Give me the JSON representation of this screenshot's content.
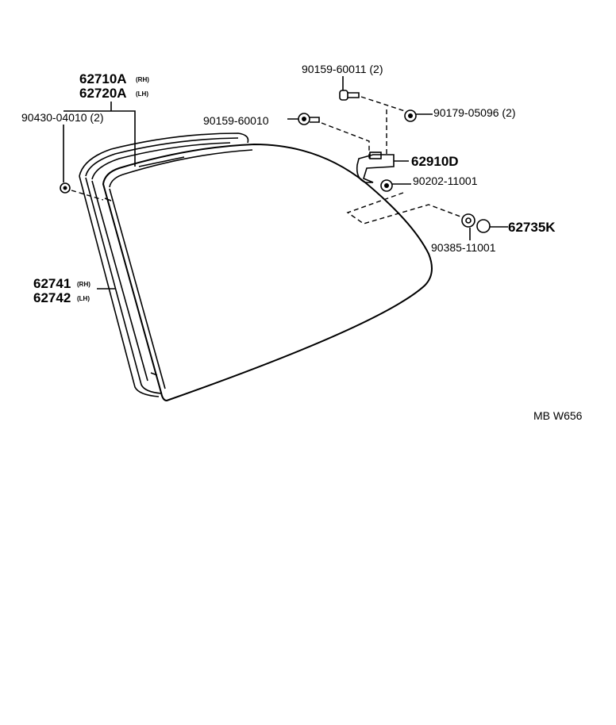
{
  "labels": {
    "p62710A": "62710A",
    "p62710A_side": "(RH)",
    "p62720A": "62720A",
    "p62720A_side": "(LH)",
    "p90430": "90430-04010 (2)",
    "p90159_60011": "90159-60011 (2)",
    "p90159_60010": "90159-60010",
    "p90179": "90179-05096 (2)",
    "p62910D": "62910D",
    "p90202": "90202-11001",
    "p62735K": "62735K",
    "p90385": "90385-11001",
    "p62741": "62741",
    "p62741_side": "(RH)",
    "p62742": "62742",
    "p62742_side": "(LH)",
    "figure_code": "MB W656"
  }
}
